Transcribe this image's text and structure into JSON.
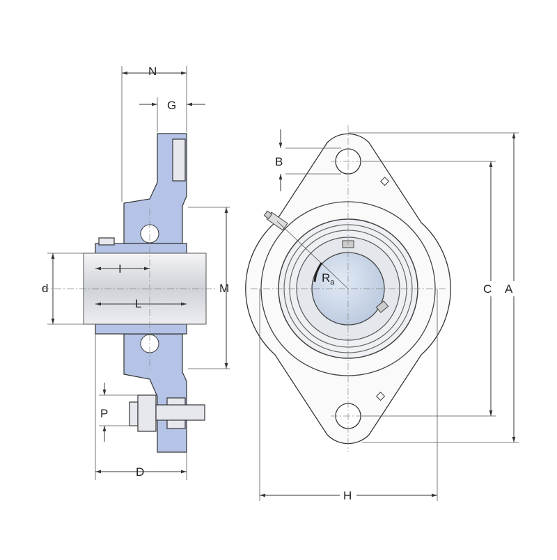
{
  "labels": {
    "N": "N",
    "G": "G",
    "B": "B",
    "d": "d",
    "I": "I",
    "L": "L",
    "M": "M",
    "C": "C",
    "A": "A",
    "P": "P",
    "D": "D",
    "H": "H",
    "R": "R",
    "R_sub": "a"
  },
  "colors": {
    "housing_section": "#b4c3e6",
    "shaft": "#d8dadf",
    "bore": "#c9d6ea"
  }
}
